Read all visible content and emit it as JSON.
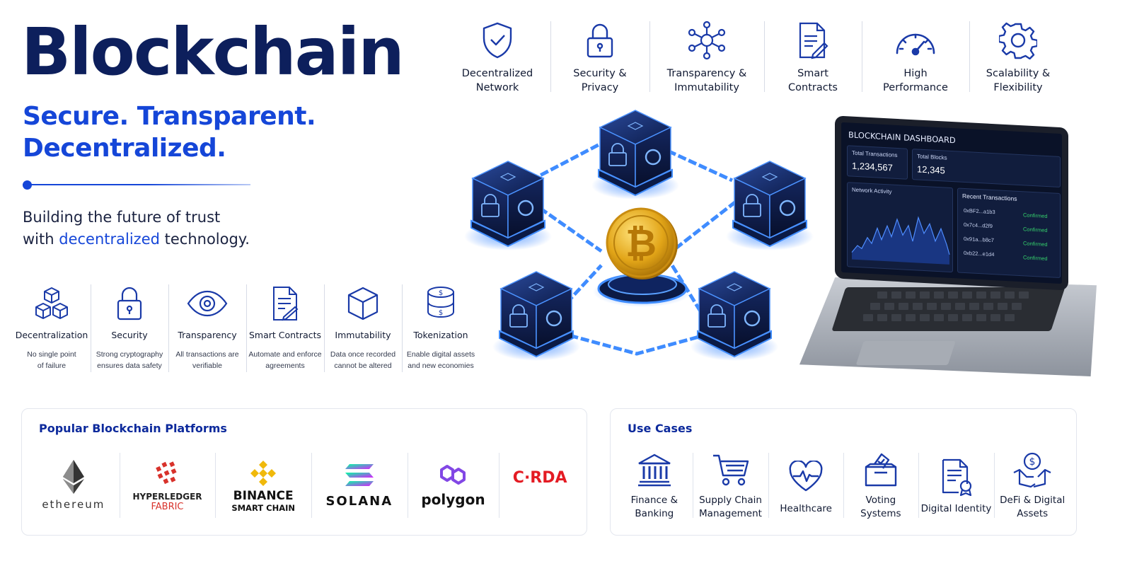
{
  "hero": {
    "title": "Blockchain",
    "subtitle_line1": "Secure. Transparent.",
    "subtitle_line2": "Decentralized.",
    "tagline_line1": "Building the future of trust",
    "tagline_pre": "with ",
    "tagline_highlight": "decentralized",
    "tagline_post": " technology."
  },
  "top_features": [
    {
      "icon": "shield-check-icon",
      "line1": "Decentralized",
      "line2": "Network"
    },
    {
      "icon": "padlock-icon",
      "line1": "Security &",
      "line2": "Privacy"
    },
    {
      "icon": "network-nodes-icon",
      "line1": "Transparency &",
      "line2": "Immutability"
    },
    {
      "icon": "document-pen-icon",
      "line1": "Smart",
      "line2": "Contracts"
    },
    {
      "icon": "speedometer-icon",
      "line1": "High",
      "line2": "Performance"
    },
    {
      "icon": "gear-icon",
      "line1": "Scalability &",
      "line2": "Flexibility"
    }
  ],
  "features": [
    {
      "icon": "cubes-icon",
      "title": "Decentralization",
      "desc1": "No single point",
      "desc2": "of failure"
    },
    {
      "icon": "padlock-icon",
      "title": "Security",
      "desc1": "Strong cryptography",
      "desc2": "ensures data safety"
    },
    {
      "icon": "eye-icon",
      "title": "Transparency",
      "desc1": "All transactions are",
      "desc2": "verifiable"
    },
    {
      "icon": "contract-icon",
      "title": "Smart Contracts",
      "desc1": "Automate and enforce",
      "desc2": "agreements"
    },
    {
      "icon": "cube-icon",
      "title": "Immutability",
      "desc1": "Data once recorded",
      "desc2": "cannot be altered"
    },
    {
      "icon": "coin-stack-icon",
      "title": "Tokenization",
      "desc1": "Enable digital assets",
      "desc2": "and new economies"
    }
  ],
  "illustration": {
    "coin_symbol": "₿"
  },
  "dashboard": {
    "title": "BLOCKCHAIN DASHBOARD",
    "total_tx_label": "Total Transactions",
    "total_tx_value": "1,234,567",
    "total_blocks_label": "Total Blocks",
    "total_blocks_value": "12,345",
    "activity_label": "Network Activity",
    "recent_label": "Recent Transactions",
    "transactions": [
      {
        "hash": "0xBF2...a1b3",
        "status": "Confirmed"
      },
      {
        "hash": "0x7c4...d2f9",
        "status": "Confirmed"
      },
      {
        "hash": "0x91a...b8c7",
        "status": "Confirmed"
      },
      {
        "hash": "0xb22...e1d4",
        "status": "Confirmed"
      }
    ]
  },
  "platforms": {
    "title": "Popular Blockchain Platforms",
    "items": [
      {
        "icon": "ethereum-logo",
        "name": "ethereum"
      },
      {
        "icon": "hyperledger-logo",
        "name": "HYPERLEDGER",
        "sub": "FABRIC"
      },
      {
        "icon": "binance-logo",
        "name": "BINANCE",
        "sub": "SMART CHAIN"
      },
      {
        "icon": "solana-logo",
        "name": "SOLANA"
      },
      {
        "icon": "polygon-logo",
        "name": "polygon"
      },
      {
        "icon": "corda-logo",
        "name": "C·RDA"
      }
    ]
  },
  "use_cases": {
    "title": "Use Cases",
    "items": [
      {
        "icon": "bank-icon",
        "line1": "Finance &",
        "line2": "Banking"
      },
      {
        "icon": "shopping-cart-icon",
        "line1": "Supply Chain",
        "line2": "Management"
      },
      {
        "icon": "heart-pulse-icon",
        "line1": "Healthcare",
        "line2": ""
      },
      {
        "icon": "ballot-box-icon",
        "line1": "Voting",
        "line2": "Systems"
      },
      {
        "icon": "certificate-icon",
        "line1": "Digital Identity",
        "line2": ""
      },
      {
        "icon": "hand-coin-icon",
        "line1": "DeFi & Digital",
        "line2": "Assets"
      }
    ]
  },
  "colors": {
    "navy": "#0d1f5c",
    "accent": "#1546d8",
    "panel_title": "#0d2a9c",
    "glow": "#2f7bff",
    "coin": "#e2a518",
    "confirmed": "#35d06c"
  }
}
